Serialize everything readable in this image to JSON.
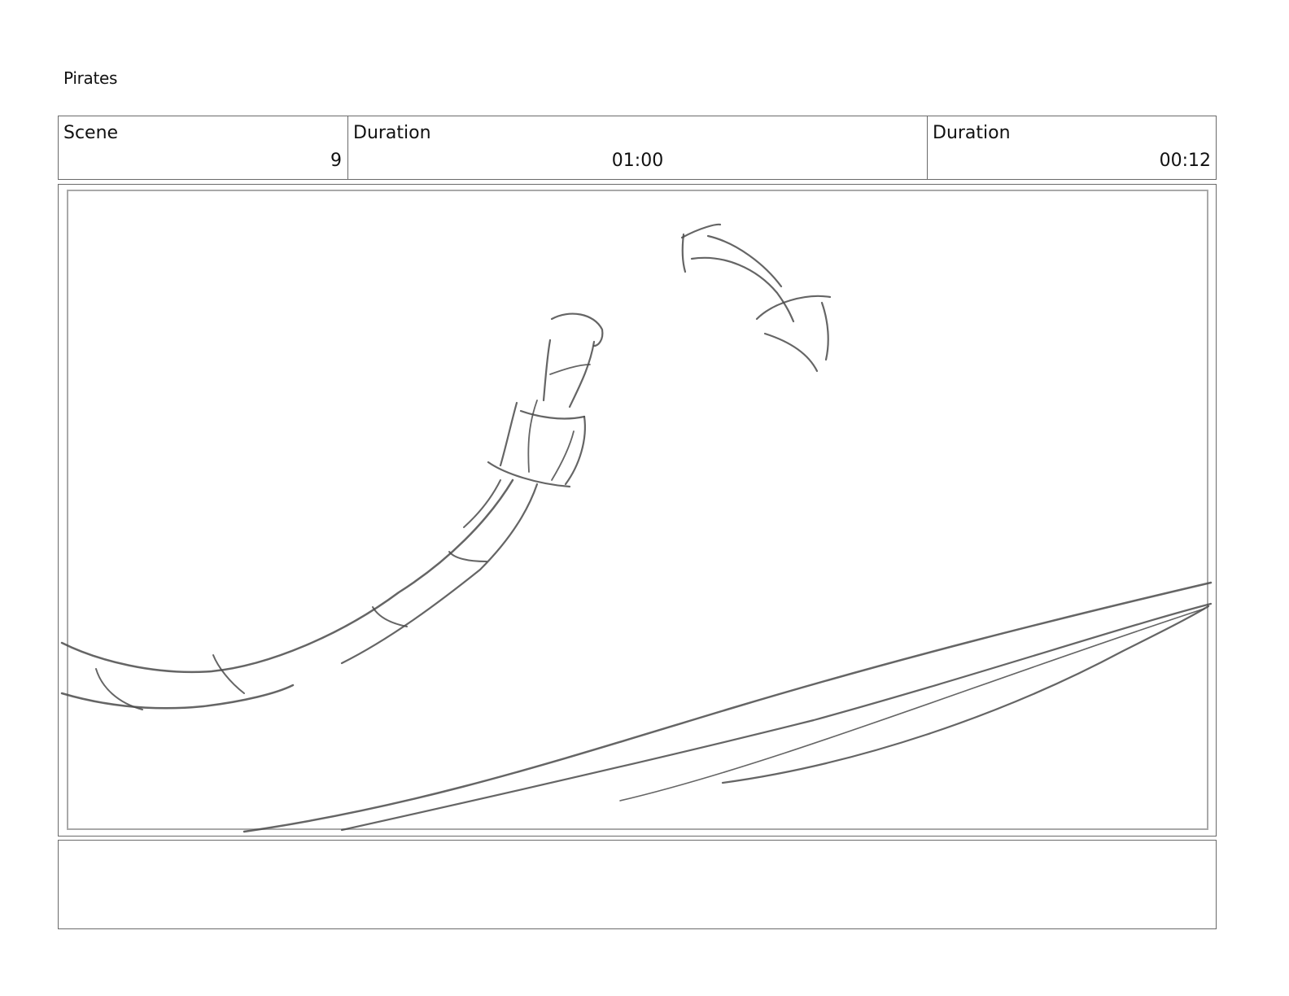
{
  "header": {
    "project_title": "Pirates"
  },
  "info": {
    "scene_label": "Scene",
    "scene_value": "9",
    "duration_label": "Duration",
    "duration_value": "01:00",
    "panel_duration_label": "Duration",
    "panel_duration_value": "00:12"
  },
  "panel": {
    "content": "pencil-sketch"
  },
  "notes": {
    "text": ""
  }
}
